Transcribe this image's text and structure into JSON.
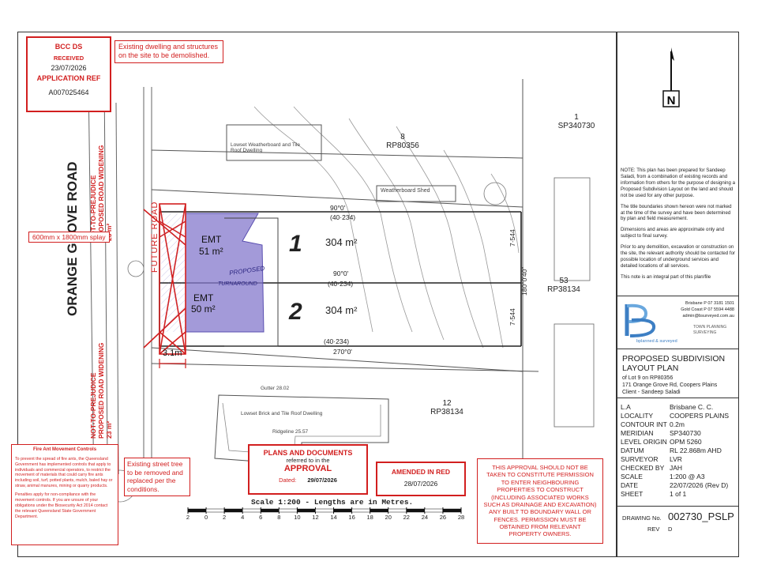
{
  "stamp_bcc": {
    "line1": "BCC DS",
    "line2": "RECEIVED",
    "date": "23/07/2026",
    "line3": "APPLICATION REF",
    "ref": "A007025464"
  },
  "note_demolish": "Existing dwelling and structures on the site to be demolished.",
  "splay": "600mm x 1800mm splay",
  "road_widening": "NOT-TO-PREJUDICE PROPOSED ROAD WIDENING 23 m²",
  "road_name": "ORANGE GROVE ROAD",
  "future_road": "FUTURE ROAD",
  "lots": [
    {
      "num": "1",
      "area": "304 m²",
      "emt": "EMT",
      "emt_area": "51 m²"
    },
    {
      "num": "2",
      "area": "304 m²",
      "emt": "EMT",
      "emt_area": "50 m²"
    }
  ],
  "width_dim": "3.1m",
  "neighbours": [
    {
      "lot": "1",
      "plan": "SP340730"
    },
    {
      "lot": "8",
      "plan": "RP80356"
    },
    {
      "lot": "53",
      "plan": "RP38134"
    },
    {
      "lot": "12",
      "plan": "RP38134"
    }
  ],
  "bearings": {
    "b1": "90°0'",
    "b2": "(40·234)",
    "b3": "90°0'",
    "b4": "(40·234)",
    "b5": "(40·234)",
    "b6": "270°0'",
    "side1": "7·544",
    "side2": "7·544",
    "side3": "180°0'40\""
  },
  "map_labels": {
    "weatherboard_shed": "Weatherboard Shed",
    "owners_house": "Lowset Weatherboard and Tile Roof Dwelling",
    "brick_dwelling": "Lowset Brick and Tile Roof Dwelling",
    "gutter": "Gutter 28.02",
    "proposed": "PROPOSED",
    "turnaround": "TURNAROUND",
    "ridgeline": "Ridgeline 25.57"
  },
  "north": "N",
  "note": {
    "p1": "NOTE: This plan has been prepared for Sandeep Saladi, from a combination of existing records and information from others for the purpose of designing a Proposed Subdivision Layout on the land and should not be used for any other purpose.",
    "p2": "The title boundaries shown hereon were not marked at the time of the survey and have been determined by plan and field measurement.",
    "p3": "Dimensions and areas are approximate only and subject to final survey.",
    "p4": "Prior to any demolition, excavation or construction on the site, the relevant authority should be contacted for possible location of underground services and detailed locations of all services.",
    "p5": "This note is an integral part of this plan/file"
  },
  "company": {
    "brisbane": "Brisbane P  07 3181 1501",
    "goldcoast": "Gold Coast P  07 5594 4488",
    "email": "admin@bsurveyed.com.au",
    "services1": "TOWN PLANNING",
    "services2": "SURVEYING",
    "tagline": "bplanned & surveyed"
  },
  "title_block": {
    "title1": "PROPOSED SUBDIVISION",
    "title2": "LAYOUT PLAN",
    "sub1": "of Lot 9 on RP80356",
    "sub2": "171 Orange Grove Rd, Coopers Plains",
    "sub3": "Client - Sandeep Saladi",
    "rows": [
      {
        "k": "L.A",
        "v": "Brisbane C. C."
      },
      {
        "k": "LOCALITY",
        "v": "COOPERS PLAINS"
      },
      {
        "k": "CONTOUR INT",
        "v": "0.2m"
      },
      {
        "k": "MERIDIAN",
        "v": "SP340730"
      },
      {
        "k": "LEVEL ORIGIN",
        "v": "OPM  5260"
      },
      {
        "k": "DATUM",
        "v": "RL 22.868m  AHD"
      },
      {
        "k": "SURVEYOR",
        "v": "LVR"
      },
      {
        "k": "CHECKED BY",
        "v": "JAH"
      },
      {
        "k": "SCALE",
        "v": "1:200 @ A3"
      },
      {
        "k": "DATE",
        "v": "22/07/2026 (Rev D)"
      },
      {
        "k": "SHEET",
        "v": "1   of   1"
      }
    ],
    "drawing_no_label": "DRAWING No.",
    "drawing_no": "002730_PSLP",
    "rev_label": "REV",
    "rev": "D"
  },
  "fire_ant": {
    "title": "Fire Ant Movement Controls",
    "p1": "To prevent the spread of fire ants, the Queensland Government has implemented controls that apply to individuals and commercial operators, to restrict the movement of materials that could carry fire ants including soil, turf, potted plants, mulch, baled hay or straw, animal manures, mining or quarry products.",
    "p2": "Penalties apply for non-compliance with the movement controls. If you are unsure of your obligations under the Biosecurity Act 2014 contact the relevant Queensland State Government Department."
  },
  "street_tree": "Existing street tree to be removed and replaced per the conditions.",
  "plans_docs": {
    "title": "PLANS AND DOCUMENTS",
    "sub": "referred to in the",
    "approval": "APPROVAL",
    "dated_label": "Dated:",
    "dated": "29/07/2026"
  },
  "amended": {
    "title": "AMENDED IN RED",
    "date": "28/07/2026"
  },
  "disclaimer": "THIS APPROVAL SHOULD NOT BE TAKEN TO CONSTITUTE PERMISSION TO ENTER NEIGHBOURING PROPERTIES TO CONSTRUCT (INCLUDING ASSOCIATED WORKS SUCH AS DRAINAGE AND EXCAVATION) ANY BUILT TO BOUNDARY WALL OR FENCES. PERMISSION MUST BE OBTAINED FROM RELEVANT PROPERTY OWNERS.",
  "scale": {
    "label": "Scale 1:200  -  Lengths are in Metres.",
    "ticks": [
      "2",
      "0",
      "2",
      "4",
      "6",
      "8",
      "10",
      "12",
      "14",
      "16",
      "18",
      "20",
      "22",
      "24",
      "26",
      "28"
    ]
  },
  "colors": {
    "red": "#d21f1f",
    "emt": "#7a6ec8",
    "line": "#333333",
    "blue": "#2b4fa8"
  }
}
